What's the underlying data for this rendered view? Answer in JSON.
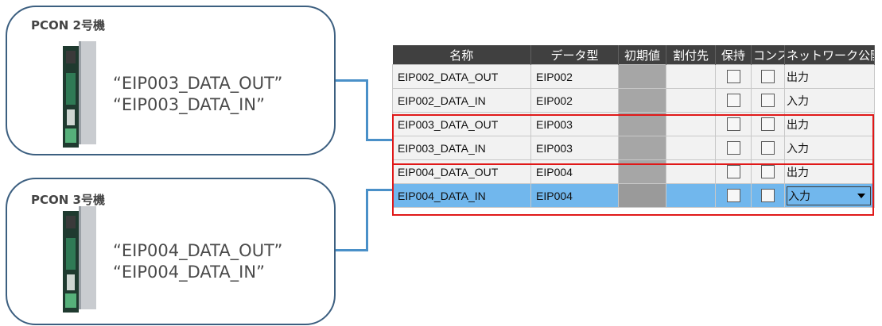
{
  "cards": [
    {
      "title": "PCON 2号機",
      "vars": [
        "“EIP003_DATA_OUT”",
        "“EIP003_DATA_IN”"
      ]
    },
    {
      "title": "PCON 3号機",
      "vars": [
        "“EIP004_DATA_OUT”",
        "“EIP004_DATA_IN”"
      ]
    }
  ],
  "table": {
    "headers": [
      "名称",
      "データ型",
      "初期値",
      "割付先",
      "保持",
      "コンス",
      "ネットワーク公開"
    ],
    "rows": [
      {
        "name": "EIP002_DATA_OUT",
        "type": "EIP002",
        "network": "出力"
      },
      {
        "name": "EIP002_DATA_IN",
        "type": "EIP002",
        "network": "入力"
      },
      {
        "name": "EIP003_DATA_OUT",
        "type": "EIP003",
        "network": "出力"
      },
      {
        "name": "EIP003_DATA_IN",
        "type": "EIP003",
        "network": "入力"
      },
      {
        "name": "EIP004_DATA_OUT",
        "type": "EIP004",
        "network": "出力"
      },
      {
        "name": "EIP004_DATA_IN",
        "type": "EIP004",
        "network": "入力"
      }
    ],
    "selected_row": 5
  },
  "colors": {
    "card_border": "#3c5f80",
    "connector": "#4a90c8",
    "highlight": "#e01818",
    "selected_row": "#71b7ed",
    "header_bg": "#404040"
  },
  "icons": {
    "device": "pcon-controller-icon",
    "dropdown": "chevron-down-icon"
  }
}
